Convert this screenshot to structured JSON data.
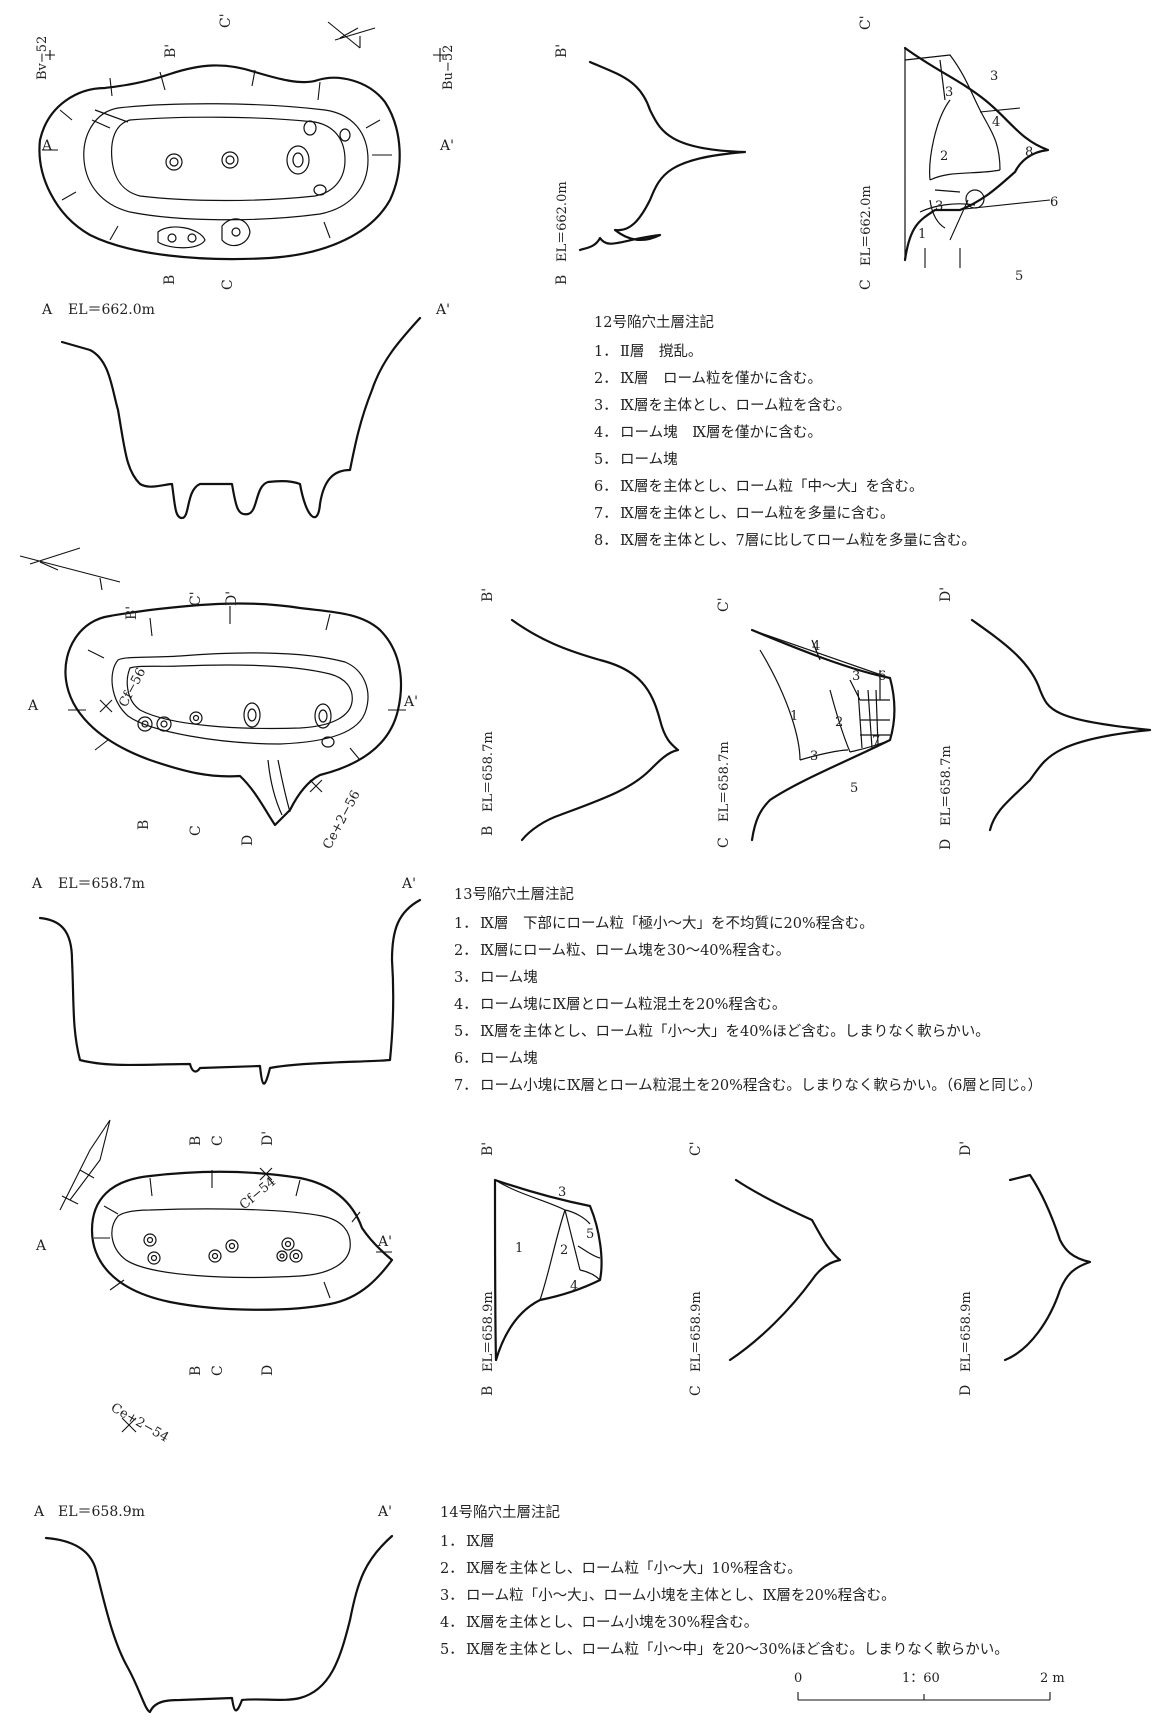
{
  "labels": {
    "A": "A",
    "A_p": "A'",
    "B": "B",
    "B_p": "B'",
    "C": "C",
    "C_p": "C'",
    "D": "D",
    "D_p": "D'",
    "BC": "B",
    "BC_c": "C",
    "Bv52": "Bv−52",
    "Bu52": "Bu−52",
    "Cf56": "Cf−56",
    "Ce256": "Ce+2−56",
    "Cf54": "Cf−54",
    "Ce254": "Ce+2−54",
    "el_12": "EL＝662.0m",
    "el_13": "EL＝658.7m",
    "el_14": "EL＝658.9m"
  },
  "layer_numbers": [
    "1",
    "2",
    "3",
    "4",
    "5",
    "6",
    "7",
    "8"
  ],
  "pit12": {
    "title": "12号陥穴土層注記",
    "items": [
      {
        "n": "1．",
        "t": "Ⅱ層　撹乱。"
      },
      {
        "n": "2．",
        "t": "Ⅸ層　ローム粒を僅かに含む。"
      },
      {
        "n": "3．",
        "t": "Ⅸ層を主体とし、ローム粒を含む。"
      },
      {
        "n": "4．",
        "t": "ローム塊　Ⅸ層を僅かに含む。"
      },
      {
        "n": "5．",
        "t": "ローム塊"
      },
      {
        "n": "6．",
        "t": "Ⅸ層を主体とし、ローム粒「中～大」を含む。"
      },
      {
        "n": "7．",
        "t": "Ⅸ層を主体とし、ローム粒を多量に含む。"
      },
      {
        "n": "8．",
        "t": "Ⅸ層を主体とし、7層に比してローム粒を多量に含む。"
      }
    ]
  },
  "pit13": {
    "title": "13号陥穴土層注記",
    "items": [
      {
        "n": "1．",
        "t": "Ⅸ層　下部にローム粒「極小～大」を不均質に20%程含む。"
      },
      {
        "n": "2．",
        "t": "Ⅸ層にローム粒、ローム塊を30～40%程含む。"
      },
      {
        "n": "3．",
        "t": "ローム塊"
      },
      {
        "n": "4．",
        "t": "ローム塊にⅨ層とローム粒混土を20%程含む。"
      },
      {
        "n": "5．",
        "t": "Ⅸ層を主体とし、ローム粒「小～大」を40%ほど含む。しまりなく軟らかい。"
      },
      {
        "n": "6．",
        "t": "ローム塊"
      },
      {
        "n": "7．",
        "t": "ローム小塊にⅨ層とローム粒混土を20%程含む。しまりなく軟らかい。（6層と同じ。）"
      }
    ]
  },
  "pit14": {
    "title": "14号陥穴土層注記",
    "items": [
      {
        "n": "1．",
        "t": "Ⅸ層"
      },
      {
        "n": "2．",
        "t": "Ⅸ層を主体とし、ローム粒「小～大」10%程含む。"
      },
      {
        "n": "3．",
        "t": "ローム粒「小～大」、ローム小塊を主体とし、Ⅸ層を20%程含む。"
      },
      {
        "n": "4．",
        "t": "Ⅸ層を主体とし、ローム小塊を30%程含む。"
      },
      {
        "n": "5．",
        "t": "Ⅸ層を主体とし、ローム粒「小～中」を20～30%ほど含む。しまりなく軟らかい。"
      }
    ]
  },
  "scale": {
    "zero": "0",
    "ratio": "1：60",
    "max": "2 m"
  }
}
